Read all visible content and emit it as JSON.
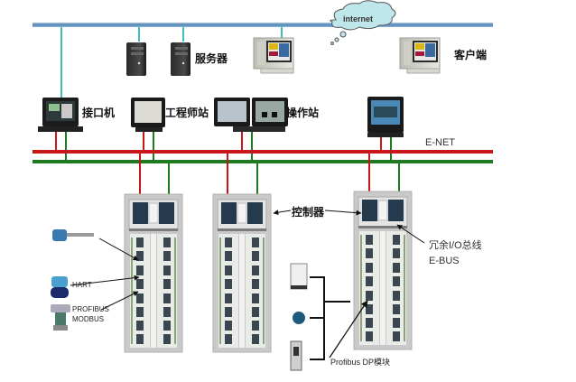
{
  "diagram": {
    "title": "DCS System Network Architecture",
    "networks": {
      "top_network": {
        "color": "#6a9ec8"
      },
      "internet_label": "internet",
      "enet_label": "E-NET",
      "enet_colors": {
        "red": "#c8161b",
        "green": "#1e7a1e"
      }
    },
    "nodes": {
      "servers_label": "服务器",
      "client_label": "客户端",
      "interface_label": "接口机",
      "engineer_label": "工程师站",
      "operator_label": "操作站"
    },
    "controllers": {
      "controller_label": "控制器",
      "redundant_io_label": "冗余I/O总线",
      "ebus_label": "E-BUS",
      "profibus_dp_label": "Profibus DP模块"
    },
    "field_devices": {
      "hart_label": "HART",
      "profibus_label": "PROFIBUS",
      "modbus_label": "MODBUS"
    },
    "colors": {
      "cable_cyan": "#3fbfbf",
      "cabinet_gray": "#c8c8c8",
      "cloud_fill": "#bfe6ea"
    }
  }
}
